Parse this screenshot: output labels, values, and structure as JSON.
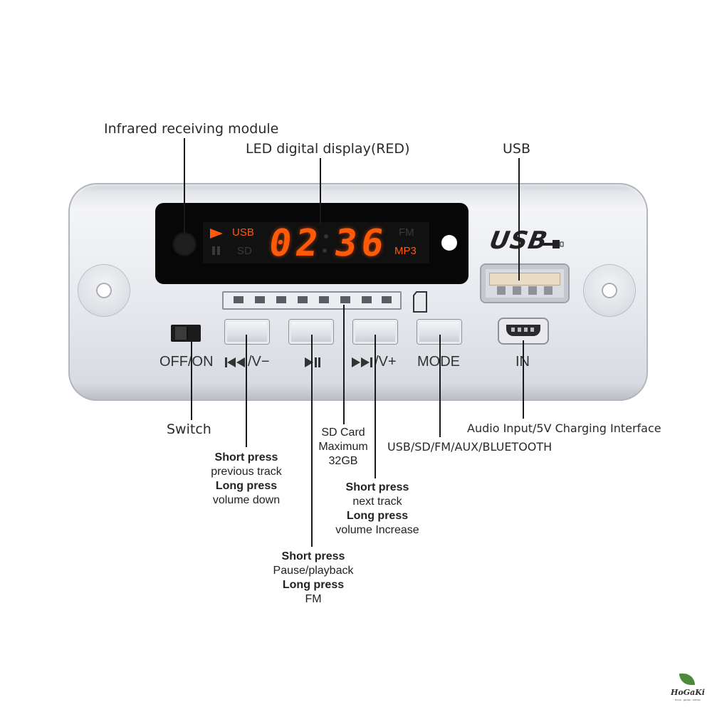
{
  "callouts": {
    "infrared": "Infrared receiving module",
    "led_display": "LED digital display(RED)",
    "usb": "USB",
    "switch": "Switch",
    "sd_card": [
      "SD Card",
      "Maximum",
      "32GB"
    ],
    "mode_desc": "USB/SD/FM/AUX/BLUETOOTH",
    "audio_input": "Audio Input/5V Charging Interface"
  },
  "display": {
    "digits_left": "02",
    "digits_right": "36",
    "ind_usb": "USB",
    "ind_sd": "SD",
    "ind_fm": "FM",
    "ind_mp3": "MP3",
    "active_color": "#ff5a0a"
  },
  "panel_labels": {
    "switch": "OFF/ON",
    "prev": "/V−",
    "play": "",
    "next": "/V+",
    "mode": "MODE",
    "in": "IN",
    "usb_logo": "USB"
  },
  "button_notes": {
    "prev": {
      "short_title": "Short press",
      "short": "previous track",
      "long_title": "Long press",
      "long": "volume down"
    },
    "next": {
      "short_title": "Short press",
      "short": "next track",
      "long_title": "Long press",
      "long": "volume Increase"
    },
    "play": {
      "short_title": "Short press",
      "short": "Pause/playback",
      "long_title": "Long press",
      "long": "FM"
    }
  },
  "logo": {
    "brand": "HoGaKi",
    "tagline": "Home · garden · kitchen"
  }
}
